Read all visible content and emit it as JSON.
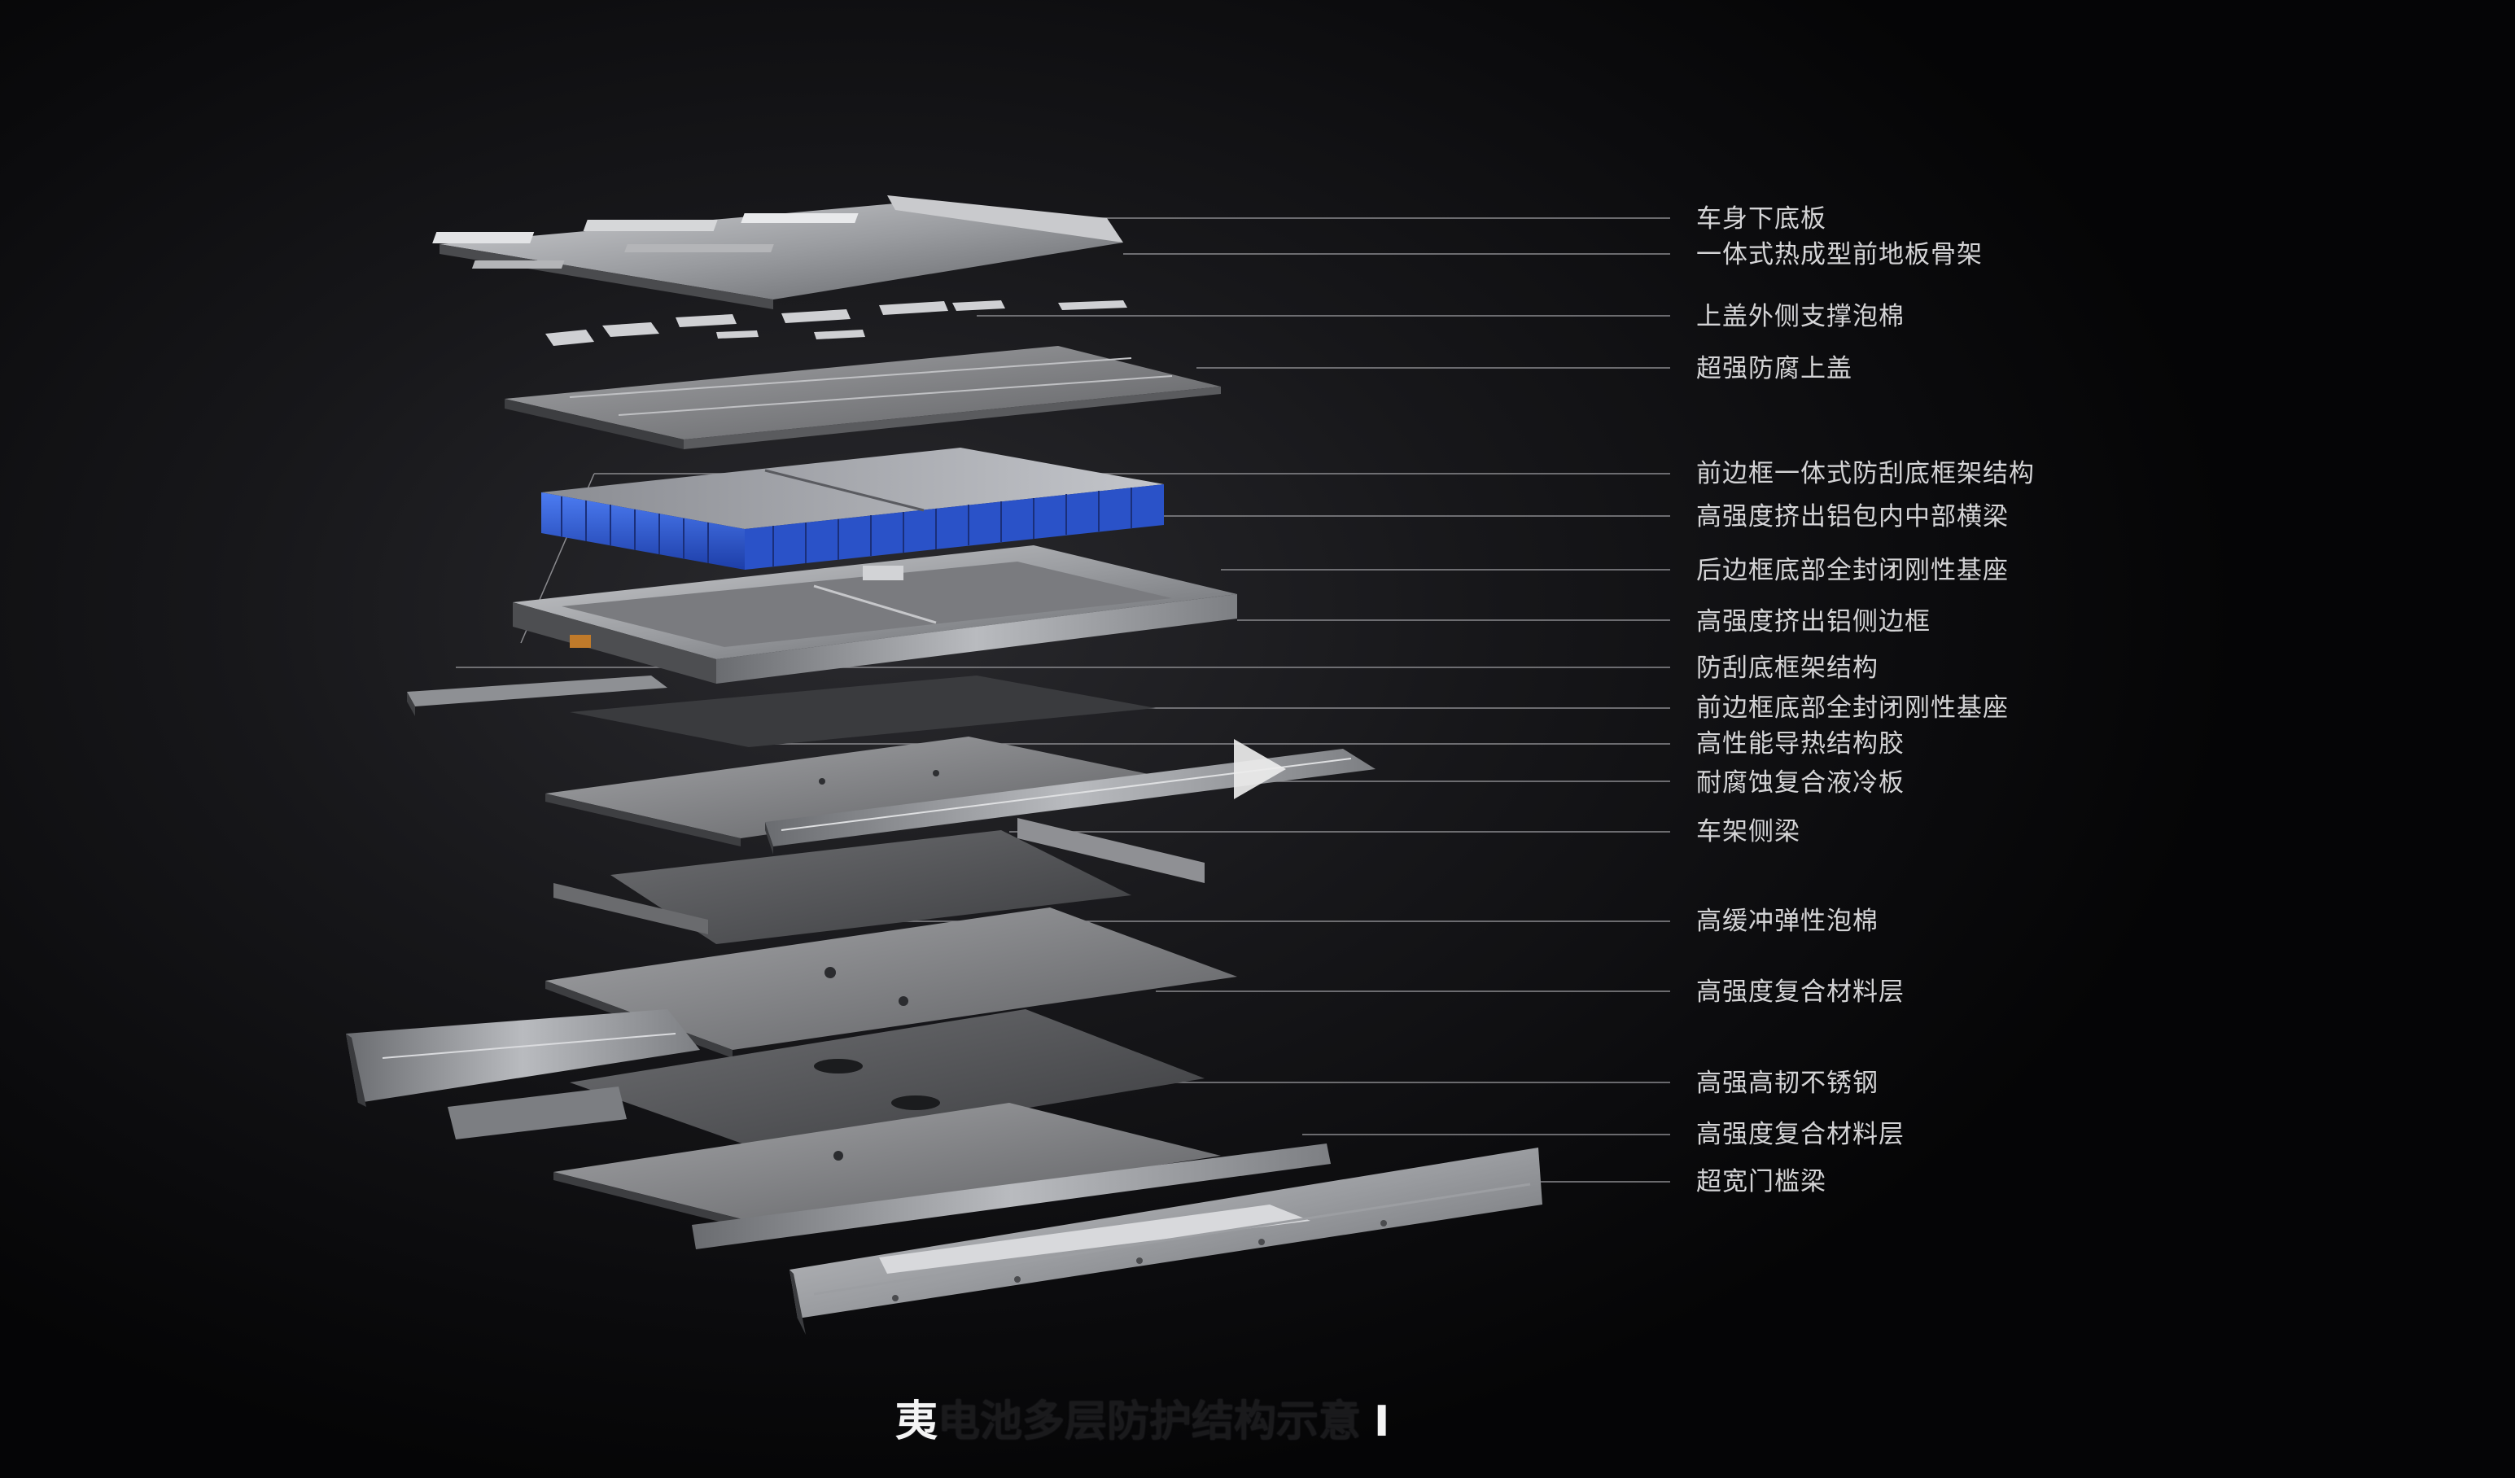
{
  "labels": [
    "车身下底板",
    "一体式热成型前地板骨架",
    "上盖外侧支撑泡棉",
    "超强防腐上盖",
    "前边框一体式防刮底框架结构",
    "高强度挤出铝包内中部横梁",
    "后边框底部全封闭刚性基座",
    "高强度挤出铝侧边框",
    "防刮底框架结构",
    "前边框底部全封闭刚性基座",
    "高性能导热结构胶",
    "耐腐蚀复合液冷板",
    "车架侧梁",
    "高缓冲弹性泡棉",
    "高强度复合材料层",
    "高强高韧不锈钢",
    "高强度复合材料层",
    "超宽门槛梁"
  ],
  "subtitle": {
    "lead": "夷",
    "body": "电池多层防护结构示意",
    "tail": "I"
  },
  "colors": {
    "battery_blue": "#2f5ad6",
    "label_text": "#d4d4d6",
    "leader_line": "#8a8a8e"
  },
  "icons": {
    "play": "play-icon"
  }
}
